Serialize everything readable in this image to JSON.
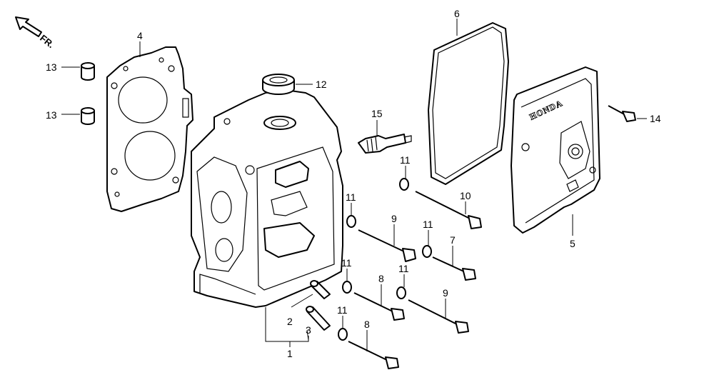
{
  "diagram": {
    "direction_label": "FR.",
    "brand_mark": "HONDA",
    "callouts": {
      "c1": "1",
      "c2": "2",
      "c3": "3",
      "c4": "4",
      "c5": "5",
      "c6": "6",
      "c7": "7",
      "c8a": "8",
      "c8b": "8",
      "c9a": "9",
      "c9b": "9",
      "c10": "10",
      "c11a": "11",
      "c11b": "11",
      "c11c": "11",
      "c11d": "11",
      "c11e": "11",
      "c11f": "11",
      "c12": "12",
      "c13a": "13",
      "c13b": "13",
      "c14": "14",
      "c15": "15"
    }
  }
}
